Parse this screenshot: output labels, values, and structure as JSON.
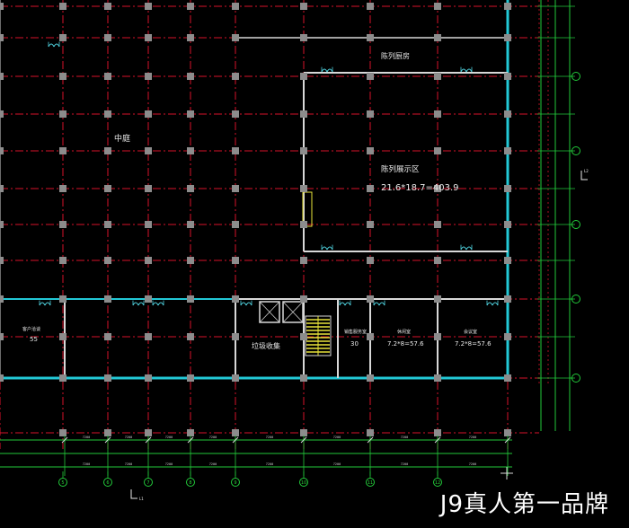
{
  "plan": {
    "rooms": [
      {
        "id": "zhongting",
        "text": "中庭"
      },
      {
        "id": "chenlie-chufang",
        "text": "陈列厨房"
      },
      {
        "id": "chenlie-zhanshiqu",
        "text": "陈列展示区"
      },
      {
        "id": "chenlie-area",
        "text": "21.6*18.7=403.9"
      },
      {
        "id": "kehu-label",
        "text": "客户洽谈"
      },
      {
        "id": "kehu-area",
        "text": "55"
      },
      {
        "id": "chuzhijian",
        "text": "垃圾收集"
      },
      {
        "id": "xiaomai-label",
        "text": "销售服务室"
      },
      {
        "id": "xiaomai-area",
        "text": "30"
      },
      {
        "id": "room2-label",
        "text": "休闲室"
      },
      {
        "id": "room2-area",
        "text": "7.2*8=57.6"
      },
      {
        "id": "room3-label",
        "text": "会议室"
      },
      {
        "id": "room3-area",
        "text": "7.2*8=57.6"
      }
    ],
    "bottom_axis_labels": [
      "5",
      "6",
      "7",
      "8",
      "9",
      "10",
      "11",
      "12"
    ],
    "right_axis_labels": [
      "",
      "",
      "",
      "",
      ""
    ],
    "dim_texts": [
      "7200",
      "7200",
      "7200",
      "7200",
      "7200",
      "7200",
      "7200",
      "7200"
    ],
    "corner_marks": [
      "L1",
      "L2"
    ]
  },
  "colors": {
    "background": "#000000",
    "grid_red": "#d6122a",
    "column_gray": "#8c8c8c",
    "wall_cyan": "#22c8d6",
    "wall_white": "#d8d8d8",
    "axis_green": "#22c93a",
    "stair_yellow": "#e8e33a",
    "door_cyan": "#4fd3e0"
  },
  "watermark": "J9真人第一品牌"
}
